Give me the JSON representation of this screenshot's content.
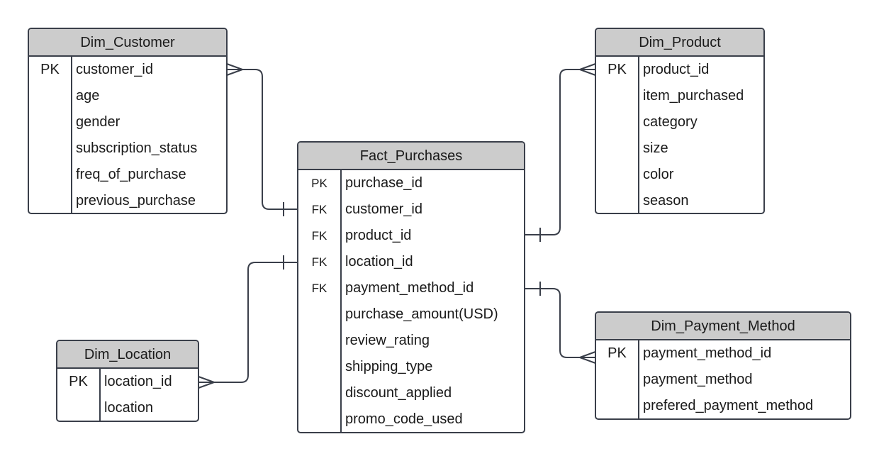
{
  "entities": {
    "dim_customer": {
      "title": "Dim_Customer",
      "rows": [
        {
          "key": "PK",
          "field": "customer_id"
        },
        {
          "key": "",
          "field": "age"
        },
        {
          "key": "",
          "field": "gender"
        },
        {
          "key": "",
          "field": "subscription_status"
        },
        {
          "key": "",
          "field": "freq_of_purchase"
        },
        {
          "key": "",
          "field": "previous_purchase"
        }
      ]
    },
    "dim_product": {
      "title": "Dim_Product",
      "rows": [
        {
          "key": "PK",
          "field": "product_id"
        },
        {
          "key": "",
          "field": "item_purchased"
        },
        {
          "key": "",
          "field": "category"
        },
        {
          "key": "",
          "field": "size"
        },
        {
          "key": "",
          "field": "color"
        },
        {
          "key": "",
          "field": "season"
        }
      ]
    },
    "fact_purchases": {
      "title": "Fact_Purchases",
      "rows": [
        {
          "key": "PK",
          "field": "purchase_id"
        },
        {
          "key": "FK",
          "field": "customer_id"
        },
        {
          "key": "FK",
          "field": "product_id"
        },
        {
          "key": "FK",
          "field": "location_id"
        },
        {
          "key": "FK",
          "field": "payment_method_id"
        },
        {
          "key": "",
          "field": "purchase_amount(USD)"
        },
        {
          "key": "",
          "field": "review_rating"
        },
        {
          "key": "",
          "field": "shipping_type"
        },
        {
          "key": "",
          "field": "discount_applied"
        },
        {
          "key": "",
          "field": "promo_code_used"
        }
      ]
    },
    "dim_location": {
      "title": "Dim_Location",
      "rows": [
        {
          "key": "PK",
          "field": "location_id"
        },
        {
          "key": "",
          "field": "location"
        }
      ]
    },
    "dim_payment_method": {
      "title": "Dim_Payment_Method",
      "rows": [
        {
          "key": "PK",
          "field": "payment_method_id"
        },
        {
          "key": "",
          "field": "payment_method"
        },
        {
          "key": "",
          "field": "prefered_payment_method"
        }
      ]
    }
  },
  "colors": {
    "header_fill": "#cccccc",
    "border": "#3a3f4a",
    "text": "#1a1a1a",
    "background": "#ffffff"
  }
}
